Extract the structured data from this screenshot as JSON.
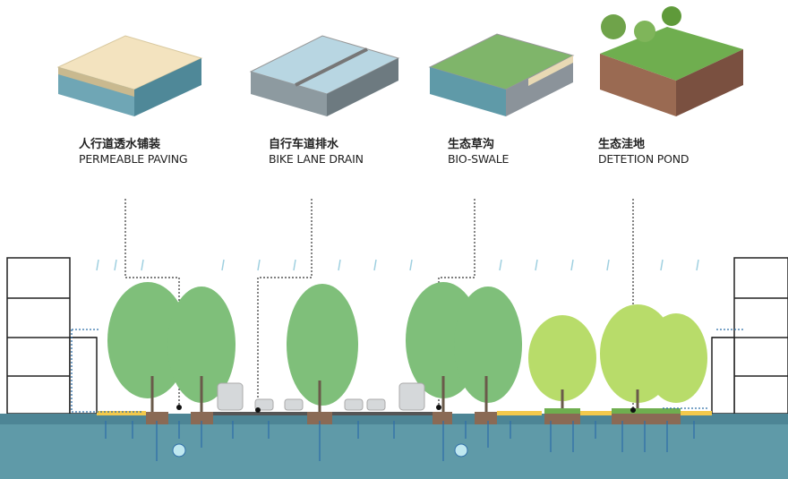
{
  "systems": [
    {
      "zh": "人行道透水铺装",
      "en": "PERMEABLE PAVING"
    },
    {
      "zh": "自行车道排水",
      "en": "BIKE LANE DRAIN"
    },
    {
      "zh": "生态草沟",
      "en": "BIO-SWALE"
    },
    {
      "zh": "生态洼地",
      "en": "DETETION POND"
    }
  ],
  "colors": {
    "water": "#5f9aa8",
    "tree_dark": "#7fbf7a",
    "tree_light": "#b8dc6a",
    "paving": "#f2c94c",
    "soil": "#8a6a55",
    "flow": "#2f6fa8"
  }
}
